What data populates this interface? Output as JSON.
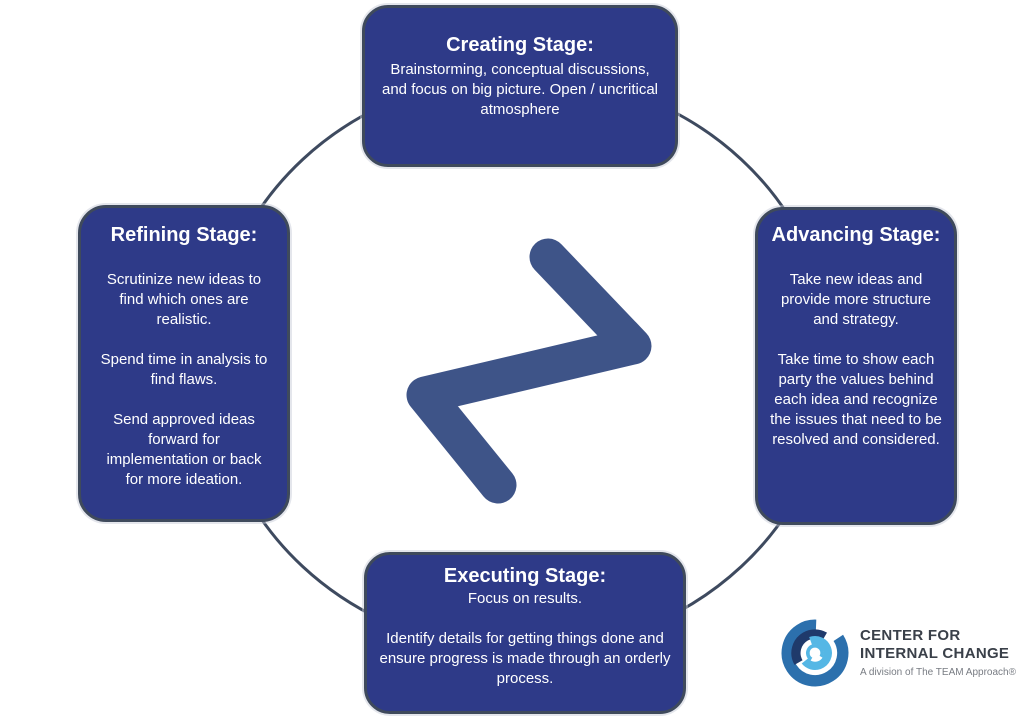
{
  "colors": {
    "box-fill": "#2E3A88",
    "box-border": "#3F4A5C",
    "ring-stroke": "#3E4A5F",
    "z-arrow": "#3E5488",
    "logo-blue": "#2C70AD",
    "logo-navy": "#1F3A6B",
    "logo-light-blue": "#55B7E5",
    "logo-text": "#3A4049",
    "logo-tagline": "#787C83",
    "stage-text": "#FFFFFF"
  },
  "stages": [
    {
      "id": "creating",
      "title": "Creating Stage:",
      "paragraphs": [
        "Brainstorming, conceptual discussions, and focus on big picture. Open / uncritical atmosphere"
      ]
    },
    {
      "id": "advancing",
      "title": "Advancing Stage:",
      "paragraphs": [
        "Take new ideas and provide more structure and strategy.",
        "Take time to show each party the values behind each idea and recognize the issues that need to be resolved and considered."
      ]
    },
    {
      "id": "executing",
      "title": "Executing Stage:",
      "paragraphs": [
        "Focus on results.",
        "Identify details for getting things done and ensure progress is made through an orderly process."
      ]
    },
    {
      "id": "refining",
      "title": "Refining Stage:",
      "paragraphs": [
        "Scrutinize new ideas to find which ones are realistic.",
        "Spend time in analysis to find flaws.",
        "Send approved ideas forward for implementation or back for more ideation."
      ]
    }
  ],
  "logo": {
    "name_line1": "CENTER FOR",
    "name_line2": "INTERNAL CHANGE",
    "tagline": "A division of The TEAM Approach®"
  }
}
